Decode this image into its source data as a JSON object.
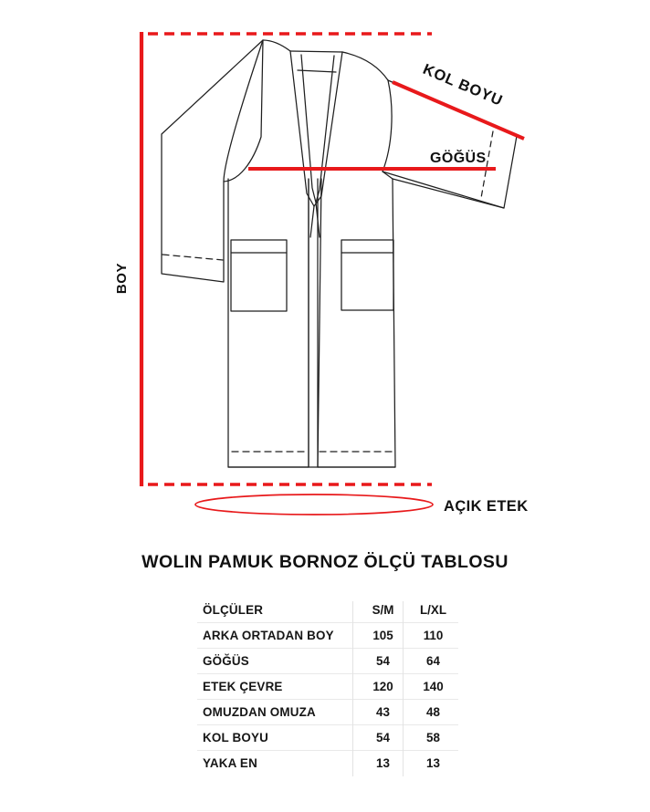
{
  "diagram": {
    "title": "bathrobe-measurement-diagram",
    "colors": {
      "measure_red": "#e8191b",
      "garment_outline": "#1f1f1f",
      "garment_outline_soft": "#555555"
    },
    "labels": {
      "length": "BOY",
      "sleeve_length": "KOL BOYU",
      "chest": "GÖĞÜS",
      "open_hem": "AÇIK ETEK"
    }
  },
  "table": {
    "title": "WOLIN PAMUK BORNOZ ÖLÇÜ TABLOSU",
    "headers": {
      "measure": "ÖLÇÜLER",
      "size_1": "S/M",
      "size_2": "L/XL"
    },
    "rows": [
      {
        "label": "ARKA ORTADAN BOY",
        "sm": "105",
        "lxl": "110"
      },
      {
        "label": "GÖĞÜS",
        "sm": "54",
        "lxl": "64"
      },
      {
        "label": "ETEK ÇEVRE",
        "sm": "120",
        "lxl": "140"
      },
      {
        "label": "OMUZDAN OMUZA",
        "sm": "43",
        "lxl": "48"
      },
      {
        "label": "KOL BOYU",
        "sm": "54",
        "lxl": "58"
      },
      {
        "label": "YAKA EN",
        "sm": "13",
        "lxl": "13"
      }
    ]
  }
}
